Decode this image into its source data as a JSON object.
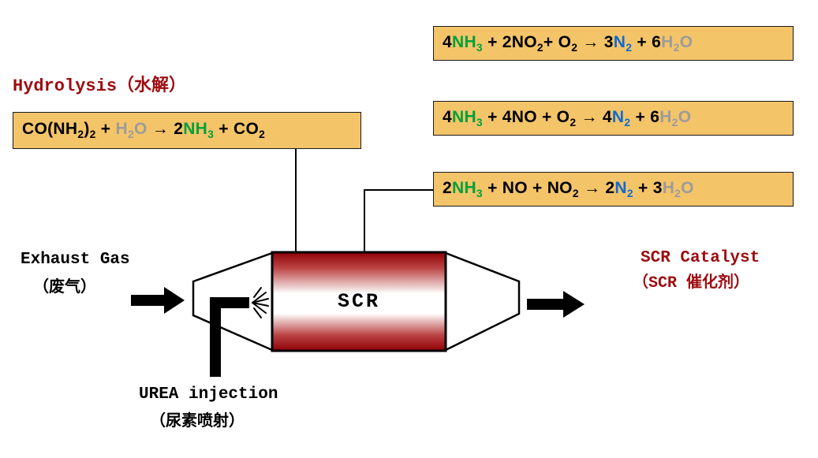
{
  "colors": {
    "box_bg": "#f4c469",
    "box_border": "#1a1a1a",
    "nh3_green": "#00a13a",
    "n2_blue": "#0f6bd0",
    "h2o_gray": "#9c9c9c",
    "heading_red": "#9e0b0f",
    "ink_black": "#000000",
    "cylinder_red": "#8f0005"
  },
  "labels": {
    "hydrolysis": "Hydrolysis（水解）",
    "exhaust_gas_en": "Exhaust Gas",
    "exhaust_gas_zh": "（废气）",
    "urea_en": "UREA injection",
    "urea_zh": "（尿素喷射）",
    "scr_catalyst_en": "SCR Catalyst",
    "scr_catalyst_zh": "（SCR 催化剂）",
    "scr": "SCR"
  },
  "equations": {
    "no2_reaction": {
      "plain": "4NH3 + 2NO2 + O2 → 3N2 + 6H2O",
      "segments": [
        [
          "4",
          "k"
        ],
        [
          "NH",
          "g"
        ],
        [
          "3",
          "g",
          "sub"
        ],
        [
          " + 2NO",
          "k"
        ],
        [
          "2",
          "k",
          "sub"
        ],
        [
          "+ O",
          "k"
        ],
        [
          "2",
          "k",
          "sub"
        ],
        [
          " → 3",
          "k"
        ],
        [
          "N",
          "b"
        ],
        [
          "2",
          "b",
          "sub"
        ],
        [
          " + 6",
          "k"
        ],
        [
          "H",
          "w"
        ],
        [
          "2",
          "w",
          "sub"
        ],
        [
          "O",
          "w"
        ]
      ]
    },
    "hydrolysis": {
      "plain": "CO(NH2)2 + H2O → 2NH3 + CO2",
      "segments": [
        [
          "CO(NH",
          "k"
        ],
        [
          "2",
          "k",
          "sub"
        ],
        [
          ")",
          "k"
        ],
        [
          "2",
          "k",
          "sub"
        ],
        [
          " + ",
          "k"
        ],
        [
          "H",
          "w"
        ],
        [
          "2",
          "w",
          "sub"
        ],
        [
          "O",
          "w"
        ],
        [
          " → 2",
          "k"
        ],
        [
          "NH",
          "g"
        ],
        [
          "3",
          "g",
          "sub"
        ],
        [
          " + CO",
          "k"
        ],
        [
          "2",
          "k",
          "sub"
        ]
      ]
    },
    "standard_reaction": {
      "plain": "4NH3 + 4NO + O2 → 4N2 + 6H2O",
      "segments": [
        [
          "4",
          "k"
        ],
        [
          "NH",
          "g"
        ],
        [
          "3",
          "g",
          "sub"
        ],
        [
          " + 4NO + O",
          "k"
        ],
        [
          "2",
          "k",
          "sub"
        ],
        [
          " → 4",
          "k"
        ],
        [
          "N",
          "b"
        ],
        [
          "2",
          "b",
          "sub"
        ],
        [
          " + 6",
          "k"
        ],
        [
          "H",
          "w"
        ],
        [
          "2",
          "w",
          "sub"
        ],
        [
          "O",
          "w"
        ]
      ]
    },
    "fast_reaction": {
      "plain": "2NH3 + NO + NO2 → 2N2 + 3H2O",
      "segments": [
        [
          "2",
          "k"
        ],
        [
          "NH",
          "g"
        ],
        [
          "3",
          "g",
          "sub"
        ],
        [
          " + NO + NO",
          "k"
        ],
        [
          "2",
          "k",
          "sub"
        ],
        [
          " → 2",
          "k"
        ],
        [
          "N",
          "b"
        ],
        [
          "2",
          "b",
          "sub"
        ],
        [
          " + 3",
          "k"
        ],
        [
          "H",
          "w"
        ],
        [
          "2",
          "w",
          "sub"
        ],
        [
          "O",
          "w"
        ]
      ]
    }
  }
}
